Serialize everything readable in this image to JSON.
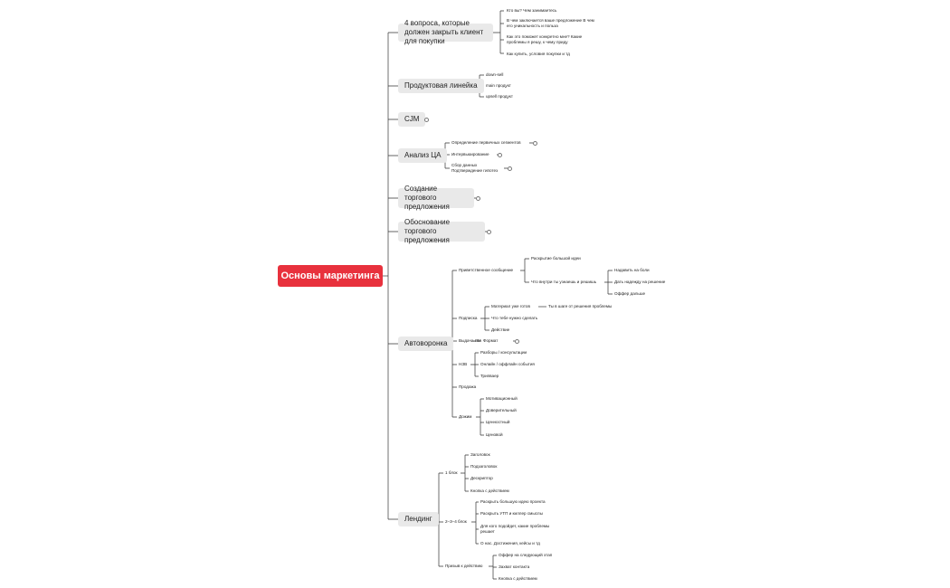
{
  "root": "Основы маркетинга",
  "b1": {
    "label": "4 вопроса, которые должен закрыть клиент для покупки",
    "items": [
      "Кто вы? Чем занимаетесь",
      "В чем заключается ваше предложение В чем его уникальность и польза",
      "Как это поможет конкретно мне? Какие проблемы я решу, к чему приду",
      "Как купить, условия покупки и тд"
    ]
  },
  "b2": {
    "label": "Продуктовая линейка",
    "items": [
      "down-sell",
      "main продукт",
      "upsell продукт"
    ]
  },
  "b3": {
    "label": "CJM"
  },
  "b4": {
    "label": "Анализ ЦА",
    "items": [
      "Определение первичных сегментов",
      "Интервьюирование",
      "Сбор данных Подтверждение гипотез"
    ]
  },
  "b5": {
    "label": "Создание торгового предложения"
  },
  "b6": {
    "label": "Обоснование торгового предложения"
  },
  "b7": {
    "label": "Автоворонка",
    "welcome": {
      "label": "Приветственное сообщение",
      "items": [
        "Раскрытие большой идеи",
        "Что внутри ты узнаешь и решишь"
      ],
      "sub": [
        "Надавить на боли",
        "Дать надежду на решение",
        "Оффер дальше"
      ]
    },
    "podpiska": {
      "label": "Подписка",
      "items": [
        "Материал уже готов",
        "Что тебе нужно сделать",
        "Действие"
      ],
      "note": "Ты в шаге от решения проблемы"
    },
    "lm": {
      "label": "Выдача ЛМ",
      "format": "Формат"
    },
    "nzv": {
      "label": "НЗВ",
      "items": [
        "Разборы / консультации",
        "Онлайн / оффлайн события",
        "Трипваер"
      ]
    },
    "prodazha": "Продажа",
    "dozhim": {
      "label": "Дожим",
      "items": [
        "Мотивационный",
        "Доверительный",
        "Ценностный",
        "Ценовой"
      ]
    }
  },
  "b8": {
    "label": "Лендинг",
    "blok1": {
      "label": "1 блок",
      "items": [
        "Заголовок",
        "Подзаголовок",
        "Дескриптор",
        "Кнопка с действием"
      ]
    },
    "blok234": {
      "label": "2–3–4 блок",
      "items": [
        "Раскрыть большую идею проекта",
        "Раскрыть УТП и киллер смыслы",
        "Для кого подойдет, какие проблемы решает",
        "О нас. Достижения, кейсы и тд"
      ]
    },
    "cta": {
      "label": "Призыв к действию",
      "items": [
        "Оффер на следующий этап",
        "Захват контакта",
        "Кнопка с действием"
      ]
    }
  }
}
